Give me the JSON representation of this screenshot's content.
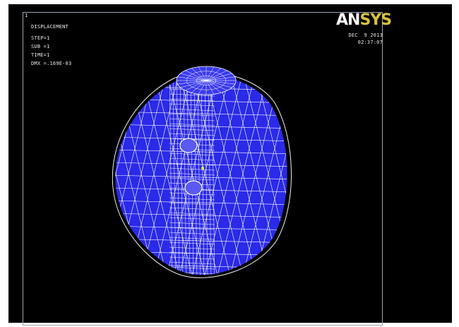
{
  "window": {
    "number": "1",
    "background_color": "#000000",
    "frame_color": "#9aa7b0"
  },
  "results": {
    "title": "DISPLACEMENT",
    "step": "STEP=1",
    "sub": "SUB =1",
    "time": "TIME=1",
    "dmx": "DMX =.169E-03"
  },
  "logo": {
    "part1": "AN",
    "part2": "SYS",
    "accent_color": "#d8c23a"
  },
  "timestamp": {
    "date": "DEC  9 2013",
    "time": "02:37:07"
  },
  "model": {
    "fill_color": "#2a2ae8",
    "mesh_color": "#ffffff",
    "marker_color": "#ffff00"
  }
}
